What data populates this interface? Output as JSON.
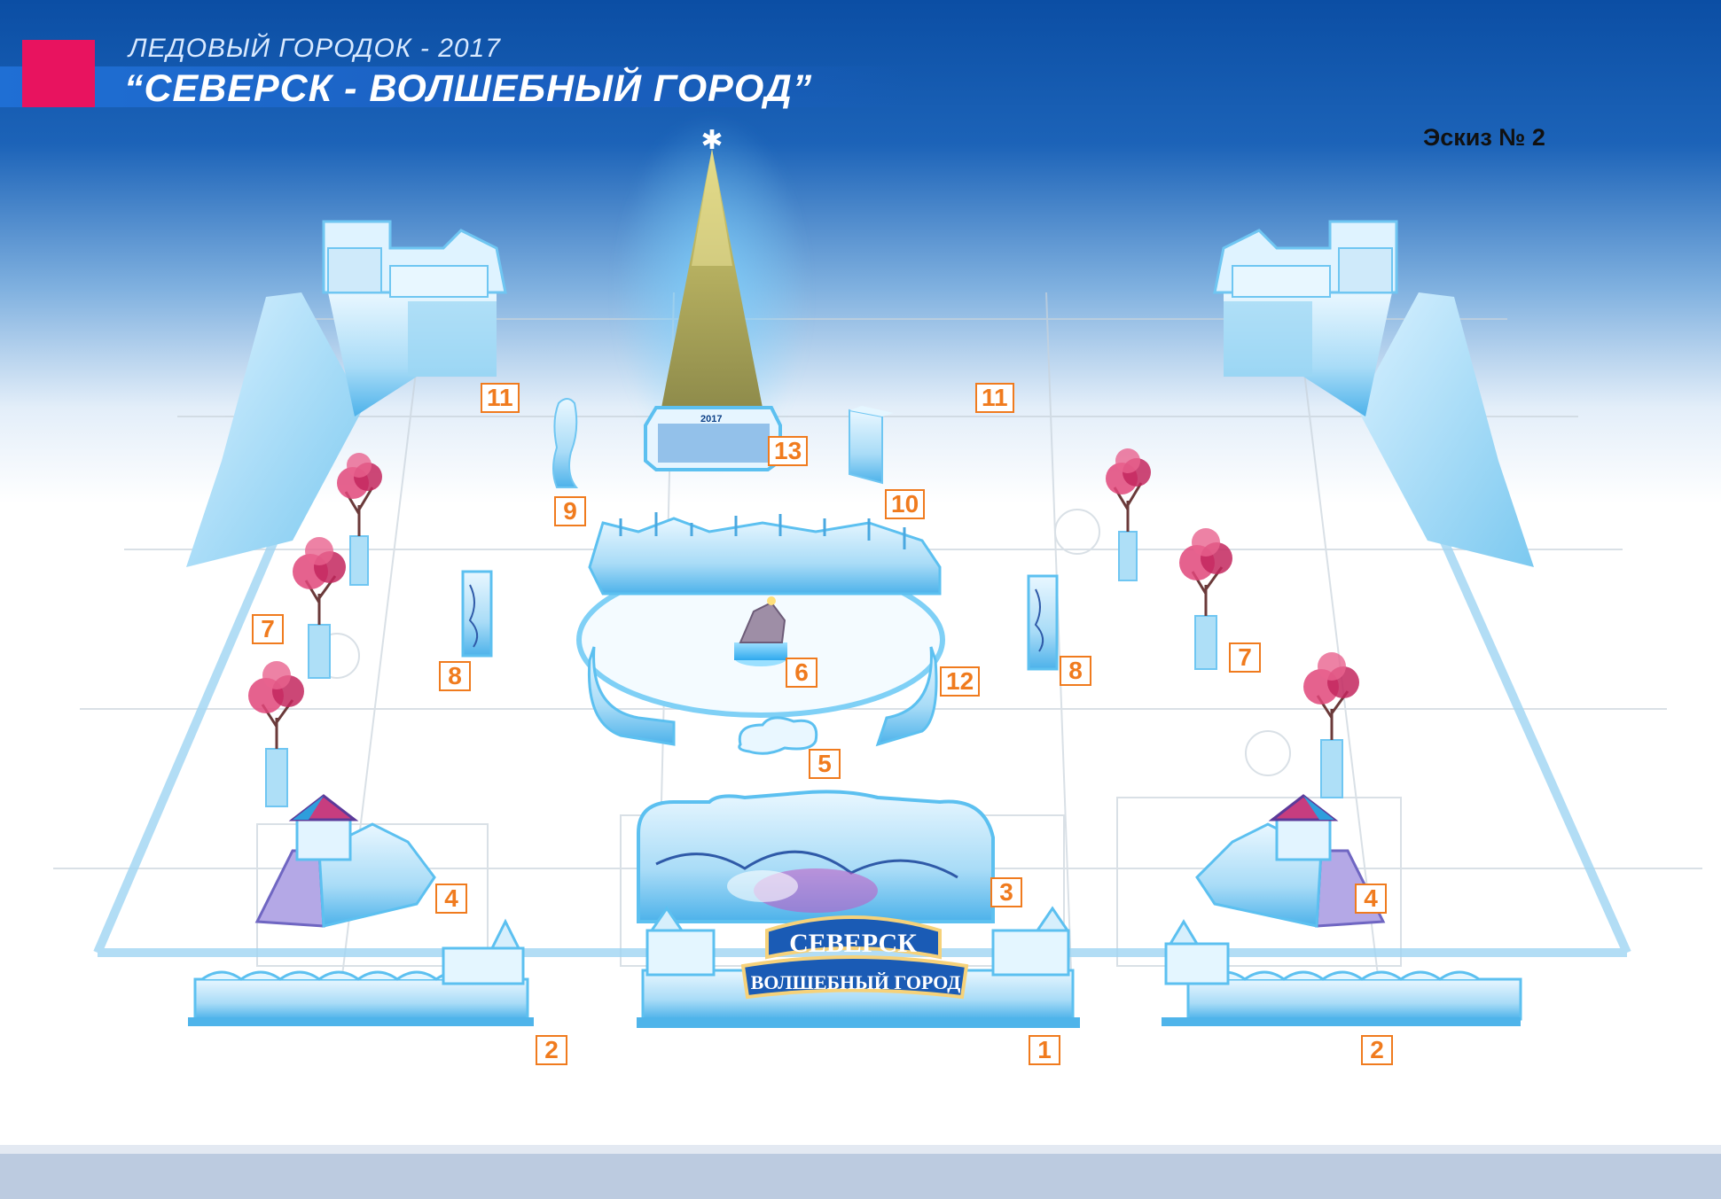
{
  "header": {
    "subtitle": "ЛЕДОВЫЙ ГОРОДОК - 2017",
    "title": "“СЕВЕРСК - ВОЛШЕБНЫЙ ГОРОД”"
  },
  "sketch_label": "Эскиз № 2",
  "tree_year": "2017",
  "gate_sign": {
    "line1": "СЕВЕРСК",
    "line2": "ВОЛШЕБНЫЙ ГОРОД"
  },
  "markers": {
    "m1": "1",
    "m2_left": "2",
    "m2_right": "2",
    "m3": "3",
    "m4_left": "4",
    "m4_right": "4",
    "m5": "5",
    "m6": "6",
    "m7_left": "7",
    "m7_right": "7",
    "m8_left": "8",
    "m8_right": "8",
    "m9": "9",
    "m10": "10",
    "m11_left": "11",
    "m11_right": "11",
    "m12": "12",
    "m13": "13"
  },
  "colors": {
    "header_blue": "#0a4fa3",
    "accent_pink": "#e8135f",
    "marker_orange": "#f07b1e",
    "ice_blue": "#5fc3f2"
  }
}
